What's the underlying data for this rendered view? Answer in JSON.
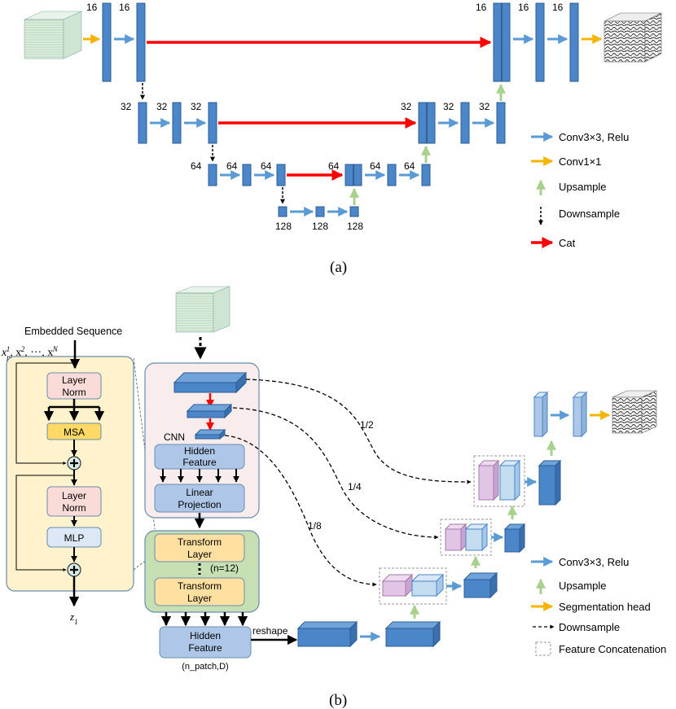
{
  "colors": {
    "block": "#4a86c8",
    "block_stroke": "#2b5c93",
    "conv_arrow": "#5b9bd5",
    "conv1_arrow": "#f5b400",
    "upsample_arrow": "#a9d18e",
    "cat_arrow": "#ff0000",
    "encoder_bg": "#f9ecec",
    "transformer_bg": "#c6e0b4",
    "layer_bg": "#ffe0a0",
    "side_bg": "#fff2cc",
    "node_blue": "#aec7e8",
    "node_pink": "#fadbd8",
    "msa_bg": "#ffd966"
  },
  "panel_a": {
    "caption": "(a)",
    "enc_channels": [
      "16",
      "16",
      "32",
      "32",
      "32",
      "64",
      "64",
      "64",
      "128",
      "128",
      "128"
    ],
    "dec_channels": [
      "16",
      "16",
      "16",
      "32",
      "32",
      "32",
      "64",
      "64",
      "64"
    ],
    "legend": {
      "conv": "Conv3×3, Relu",
      "conv1": "Conv1×1",
      "upsample": "Upsample",
      "downsample": "Downsample",
      "cat": "Cat"
    }
  },
  "panel_b": {
    "caption": "(b)",
    "embedded_sequence": "Embedded Sequence",
    "xp_sub": "p",
    "xp_sups": [
      "1",
      "2",
      "N"
    ],
    "xp_dots": "···",
    "z_label": "z",
    "z_sub": "1",
    "block": {
      "layer_norm_1": "Layer",
      "layer_norm_2": "Norm",
      "msa": "MSA",
      "mlp": "MLP"
    },
    "cnn": "CNN",
    "hidden_feature_1": "Hidden",
    "hidden_feature_2": "Feature",
    "linear_projection_1": "Linear",
    "linear_projection_2": "Projection",
    "transform_layer_1": "Transform",
    "transform_layer_2": "Layer",
    "n_layers": "(n=12)",
    "hidden_out_1": "Hidden",
    "hidden_out_2": "Feature",
    "hidden_out_shape": "(n_patch,D)",
    "reshape": "reshape",
    "scale_half": "1/2",
    "scale_quarter": "1/4",
    "scale_eighth": "1/8",
    "legend": {
      "conv": "Conv3×3, Relu",
      "upsample": "Upsample",
      "seg_head": "Segmentation head",
      "downsample": "Downsample",
      "concat": "Feature Concatenation"
    }
  }
}
